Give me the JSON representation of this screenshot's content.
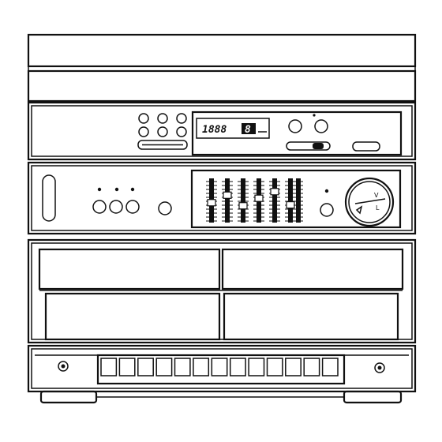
{
  "display": {
    "readout": "1888",
    "suffix": "8"
  },
  "dial": {
    "label_top": "V",
    "label_bottom": "L"
  },
  "eq": {
    "slider_levels": [
      0.45,
      0.62,
      0.38,
      0.55,
      0.7,
      0.4
    ]
  },
  "drawer": {
    "key_count": 13
  }
}
